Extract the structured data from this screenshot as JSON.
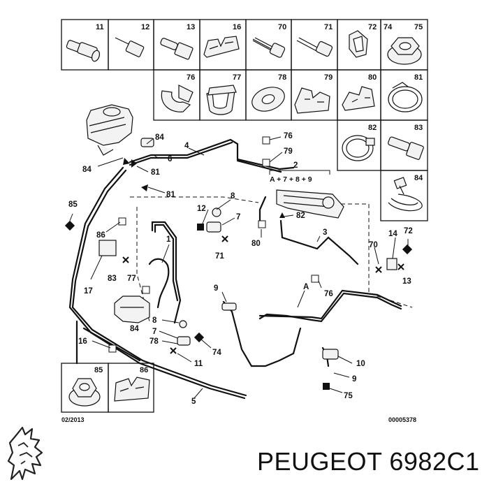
{
  "diagram": {
    "date_code": "02/2013",
    "doc_code": "00005378",
    "brand_caption": "PEUGEOT 6982C1",
    "assembly_note": "A + 7 + 8 + 9",
    "parts_grid": [
      {
        "label": "11",
        "icon": "hose-connector-icon"
      },
      {
        "label": "12",
        "icon": "hex-spacer-icon"
      },
      {
        "label": "13",
        "icon": "hex-bolt-icon"
      },
      {
        "label": "16",
        "icon": "double-clip-icon"
      },
      {
        "label": "70",
        "icon": "screw-icon"
      },
      {
        "label": "71",
        "icon": "screw-icon"
      },
      {
        "label": "72",
        "icon": "spring-clip-icon"
      },
      {
        "label": "74",
        "icon": "flange-nut-icon"
      },
      {
        "label": "75",
        "icon": "flange-nut-icon"
      },
      {
        "label": "76",
        "icon": "c-clip-icon"
      },
      {
        "label": "77",
        "icon": "u-clip-icon"
      },
      {
        "label": "78",
        "icon": "washer-icon"
      },
      {
        "label": "79",
        "icon": "bracket-clip-icon"
      },
      {
        "label": "80",
        "icon": "bracket-clip-icon"
      },
      {
        "label": "81",
        "icon": "hose-clamp-icon"
      },
      {
        "label": "82",
        "icon": "hose-clamp-icon"
      },
      {
        "label": "83",
        "icon": "hex-bolt-icon"
      },
      {
        "label": "84",
        "icon": "spring-clamp-icon"
      },
      {
        "label": "85",
        "icon": "flange-nut-icon"
      },
      {
        "label": "86",
        "icon": "double-clip-icon"
      }
    ],
    "callouts": [
      "84",
      "6",
      "84",
      "81",
      "4",
      "76",
      "79",
      "2",
      "81",
      "85",
      "8",
      "12",
      "7",
      "82",
      "86",
      "71",
      "80",
      "3",
      "14",
      "72",
      "1",
      "83",
      "70",
      "17",
      "77",
      "13",
      "9",
      "A",
      "76",
      "8",
      "84",
      "7",
      "78",
      "74",
      "16",
      "11",
      "10",
      "9",
      "5",
      "75"
    ]
  }
}
